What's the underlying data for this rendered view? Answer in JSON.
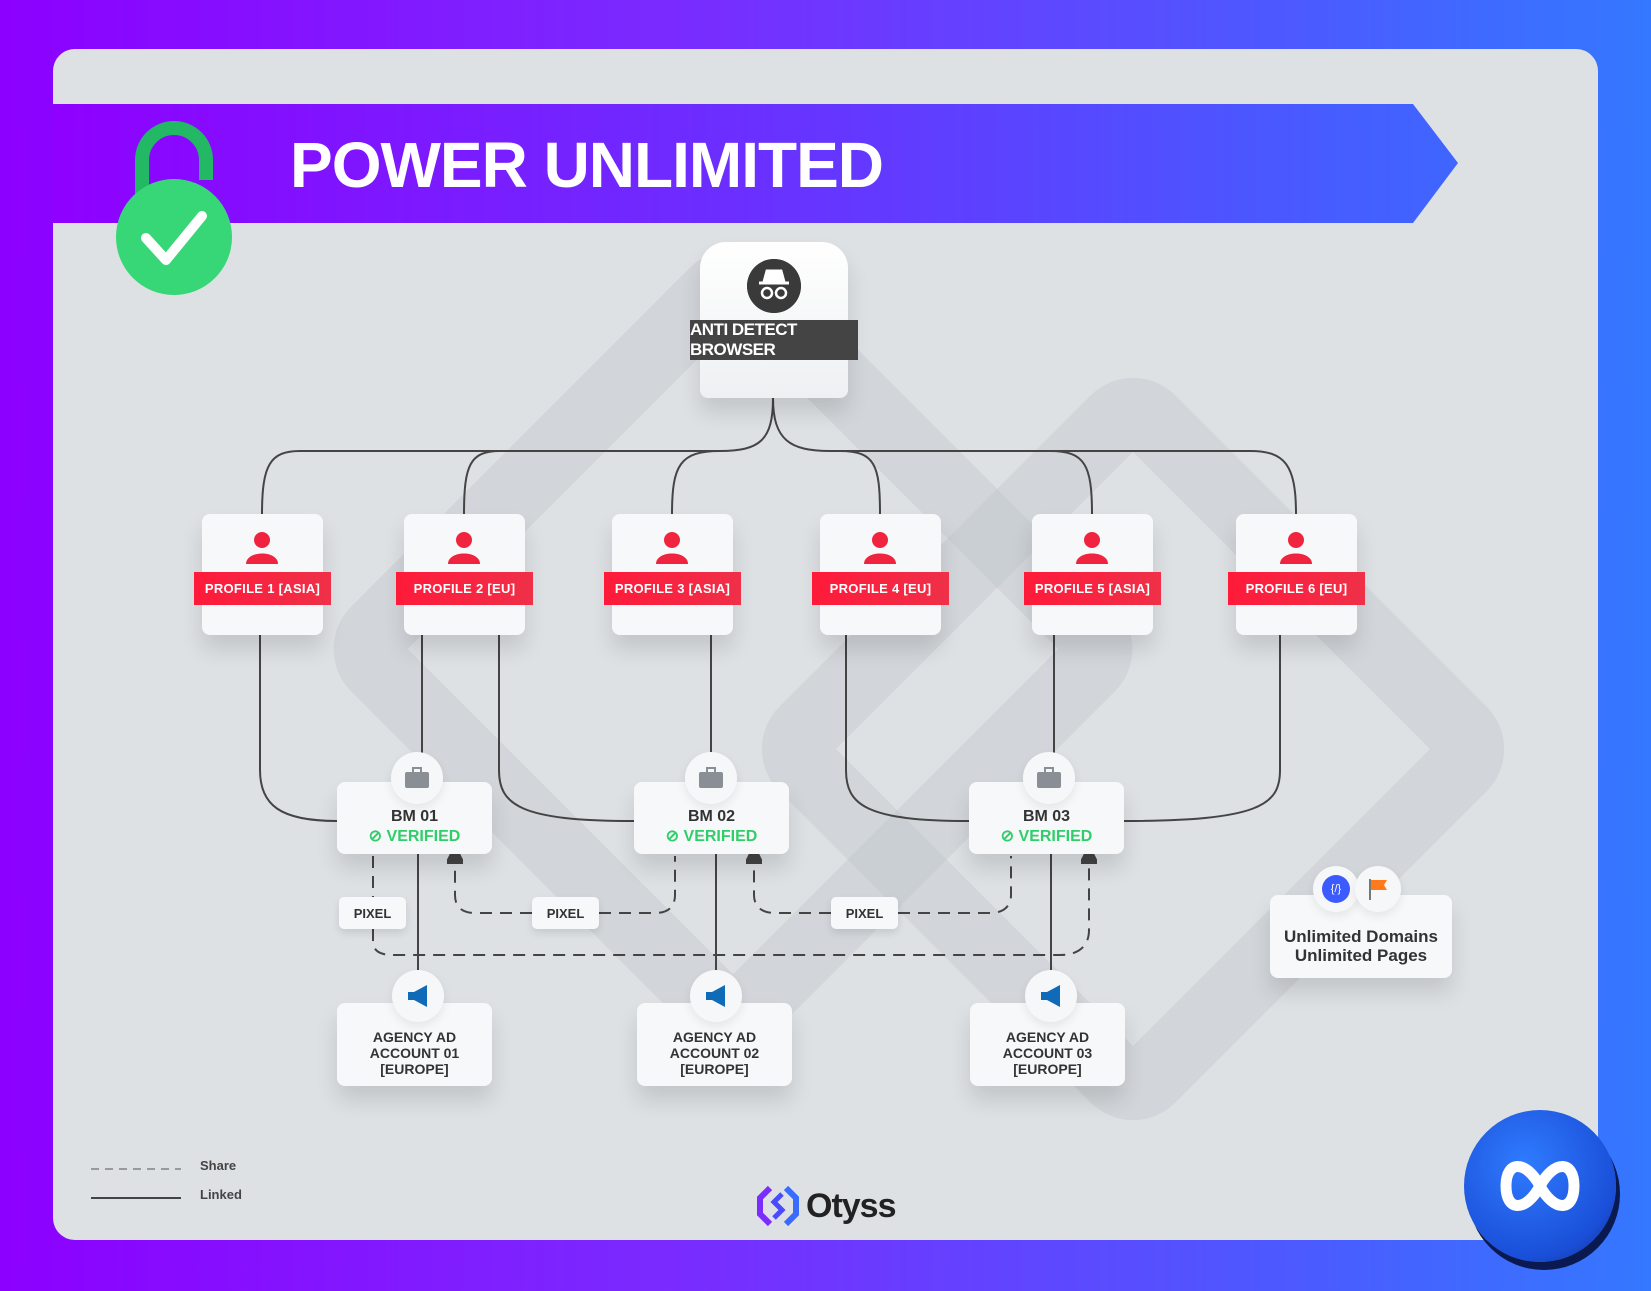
{
  "title": "POWER UNLIMITED",
  "browser": {
    "label": "ANTI DETECT BROWSER",
    "icon": "incognito-icon"
  },
  "profiles": [
    {
      "label": "PROFILE 1 [ASIA]"
    },
    {
      "label": "PROFILE 2 [EU]"
    },
    {
      "label": "PROFILE 3 [ASIA]"
    },
    {
      "label": "PROFILE 4 [EU]"
    },
    {
      "label": "PROFILE 5 [ASIA]"
    },
    {
      "label": "PROFILE 6 [EU]"
    }
  ],
  "bms": [
    {
      "name": "BM 01",
      "status": "VERIFIED"
    },
    {
      "name": "BM 02",
      "status": "VERIFIED"
    },
    {
      "name": "BM 03",
      "status": "VERIFIED"
    }
  ],
  "agencies": [
    {
      "l1": "AGENCY AD",
      "l2": "ACCOUNT 01",
      "l3": "[EUROPE]"
    },
    {
      "l1": "AGENCY AD",
      "l2": "ACCOUNT 02",
      "l3": "[EUROPE]"
    },
    {
      "l1": "AGENCY AD",
      "l2": "ACCOUNT 03",
      "l3": "[EUROPE]"
    }
  ],
  "pixels": [
    "PIXEL",
    "PIXEL",
    "PIXEL"
  ],
  "unlimited": {
    "line1": "Unlimited Domains",
    "line2": "Unlimited Pages"
  },
  "legend": {
    "share": "Share",
    "linked": "Linked"
  },
  "brand": "Otyss",
  "colors": {
    "accent": "#8c00ff",
    "red": "#ff1a3a",
    "green": "#2fce6a",
    "meta": "#1a4fd8"
  }
}
